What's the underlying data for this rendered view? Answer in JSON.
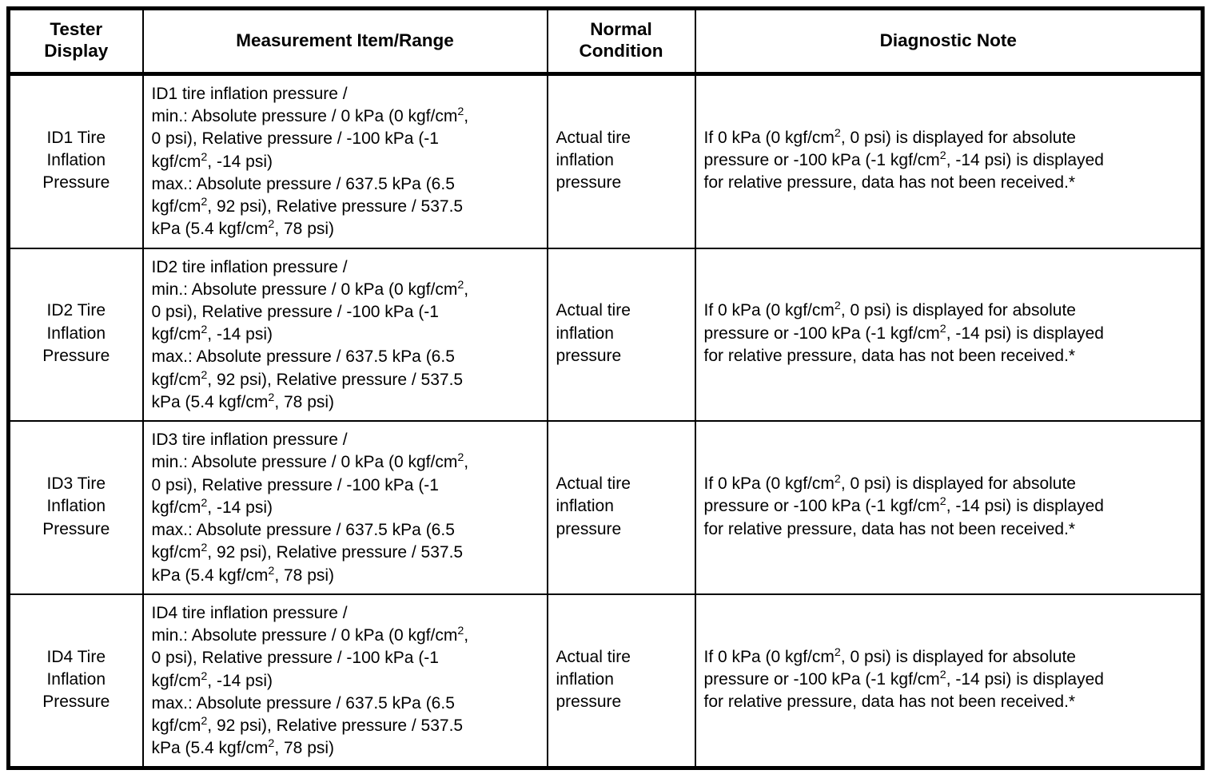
{
  "table": {
    "headers": [
      {
        "key": "tester_display",
        "label": "Tester\nDisplay"
      },
      {
        "key": "measurement_item_range",
        "label": "Measurement Item/Range"
      },
      {
        "key": "normal_condition",
        "label": "Normal\nCondition"
      },
      {
        "key": "diagnostic_note",
        "label": "Diagnostic Note"
      }
    ],
    "rows": [
      {
        "tester_display": "ID1 Tire\nInflation\nPressure",
        "measurement_item_range": {
          "title": "ID1 tire inflation pressure /",
          "min_label": "min.:",
          "min_text_a": "min.: Absolute pressure / 0 kPa (0 kgf/cm",
          "min_text_b": ",\n0 psi), Relative pressure / -100 kPa (-1\nkgf/cm",
          "min_text_c": ", -14 psi)",
          "max_text_a": "max.: Absolute pressure / 637.5 kPa (6.5\nkgf/cm",
          "max_text_b": ", 92 psi), Relative pressure / 537.5\nkPa (5.4 kgf/cm",
          "max_text_c": ", 78 psi)",
          "superscript": "2",
          "full_text": "ID1 tire inflation pressure / min.: Absolute pressure / 0 kPa (0 kgf/cm2, 0 psi), Relative pressure / -100 kPa (-1 kgf/cm2, -14 psi) max.: Absolute pressure / 637.5 kPa (6.5 kgf/cm2, 92 psi), Relative pressure / 537.5 kPa (5.4 kgf/cm2, 78 psi)"
        },
        "normal_condition": "Actual tire\ninflation\npressure",
        "diagnostic_note": {
          "part_a": "If 0 kPa (0 kgf/cm",
          "part_b": ", 0 psi) is displayed for absolute\npressure or -100 kPa (-1 kgf/cm",
          "part_c": ", -14 psi) is displayed\nfor relative pressure, data has not been received.*",
          "superscript": "2",
          "full_text": "If 0 kPa (0 kgf/cm2, 0 psi) is displayed for absolute pressure or -100 kPa (-1 kgf/cm2, -14 psi) is displayed for relative pressure, data has not been received.*"
        }
      },
      {
        "tester_display": "ID2 Tire\nInflation\nPressure",
        "measurement_item_range": {
          "title": "ID2 tire inflation pressure /",
          "min_label": "min.:",
          "min_text_a": "min.: Absolute pressure / 0 kPa (0 kgf/cm",
          "min_text_b": ",\n0 psi), Relative pressure / -100 kPa (-1\nkgf/cm",
          "min_text_c": ", -14 psi)",
          "max_text_a": "max.: Absolute pressure / 637.5 kPa (6.5\nkgf/cm",
          "max_text_b": ", 92 psi), Relative pressure / 537.5\nkPa (5.4 kgf/cm",
          "max_text_c": ", 78 psi)",
          "superscript": "2",
          "full_text": "ID2 tire inflation pressure / min.: Absolute pressure / 0 kPa (0 kgf/cm2, 0 psi), Relative pressure / -100 kPa (-1 kgf/cm2, -14 psi) max.: Absolute pressure / 637.5 kPa (6.5 kgf/cm2, 92 psi), Relative pressure / 537.5 kPa (5.4 kgf/cm2, 78 psi)"
        },
        "normal_condition": "Actual tire\ninflation\npressure",
        "diagnostic_note": {
          "part_a": "If 0 kPa (0 kgf/cm",
          "part_b": ", 0 psi) is displayed for absolute\npressure or -100 kPa (-1 kgf/cm",
          "part_c": ", -14 psi) is displayed\nfor relative pressure, data has not been received.*",
          "superscript": "2",
          "full_text": "If 0 kPa (0 kgf/cm2, 0 psi) is displayed for absolute pressure or -100 kPa (-1 kgf/cm2, -14 psi) is displayed for relative pressure, data has not been received.*"
        }
      },
      {
        "tester_display": "ID3 Tire\nInflation\nPressure",
        "measurement_item_range": {
          "title": "ID3 tire inflation pressure /",
          "min_label": "min.:",
          "min_text_a": "min.: Absolute pressure / 0 kPa (0 kgf/cm",
          "min_text_b": ",\n0 psi), Relative pressure / -100 kPa (-1\nkgf/cm",
          "min_text_c": ", -14 psi)",
          "max_text_a": "max.: Absolute pressure / 637.5 kPa (6.5\nkgf/cm",
          "max_text_b": ", 92 psi), Relative pressure / 537.5\nkPa (5.4 kgf/cm",
          "max_text_c": ", 78 psi)",
          "superscript": "2",
          "full_text": "ID3 tire inflation pressure / min.: Absolute pressure / 0 kPa (0 kgf/cm2, 0 psi), Relative pressure / -100 kPa (-1 kgf/cm2, -14 psi) max.: Absolute pressure / 637.5 kPa (6.5 kgf/cm2, 92 psi), Relative pressure / 537.5 kPa (5.4 kgf/cm2, 78 psi)"
        },
        "normal_condition": "Actual tire\ninflation\npressure",
        "diagnostic_note": {
          "part_a": "If 0 kPa (0 kgf/cm",
          "part_b": ", 0 psi) is displayed for absolute\npressure or -100 kPa (-1 kgf/cm",
          "part_c": ", -14 psi) is displayed\nfor relative pressure, data has not been received.*",
          "superscript": "2",
          "full_text": "If 0 kPa (0 kgf/cm2, 0 psi) is displayed for absolute pressure or -100 kPa (-1 kgf/cm2, -14 psi) is displayed for relative pressure, data has not been received.*"
        }
      },
      {
        "tester_display": "ID4 Tire\nInflation\nPressure",
        "measurement_item_range": {
          "title": "ID4 tire inflation pressure /",
          "min_label": "min.:",
          "min_text_a": "min.: Absolute pressure / 0 kPa (0 kgf/cm",
          "min_text_b": ",\n0 psi), Relative pressure / -100 kPa (-1\nkgf/cm",
          "min_text_c": ", -14 psi)",
          "max_text_a": "max.: Absolute pressure / 637.5 kPa (6.5\nkgf/cm",
          "max_text_b": ", 92 psi), Relative pressure / 537.5\nkPa (5.4 kgf/cm",
          "max_text_c": ", 78 psi)",
          "superscript": "2",
          "full_text": "ID4 tire inflation pressure / min.: Absolute pressure / 0 kPa (0 kgf/cm2, 0 psi), Relative pressure / -100 kPa (-1 kgf/cm2, -14 psi) max.: Absolute pressure / 637.5 kPa (6.5 kgf/cm2, 92 psi), Relative pressure / 537.5 kPa (5.4 kgf/cm2, 78 psi)"
        },
        "normal_condition": "Actual tire\ninflation\npressure",
        "diagnostic_note": {
          "part_a": "If 0 kPa (0 kgf/cm",
          "part_b": ", 0 psi) is displayed for absolute\npressure or -100 kPa (-1 kgf/cm",
          "part_c": ", -14 psi) is displayed\nfor relative pressure, data has not been received.*",
          "superscript": "2",
          "full_text": "If 0 kPa (0 kgf/cm2, 0 psi) is displayed for absolute pressure or -100 kPa (-1 kgf/cm2, -14 psi) is displayed for relative pressure, data has not been received.*"
        }
      }
    ]
  },
  "colors": {
    "border": "#000000",
    "text": "#000000",
    "background": "#ffffff"
  }
}
